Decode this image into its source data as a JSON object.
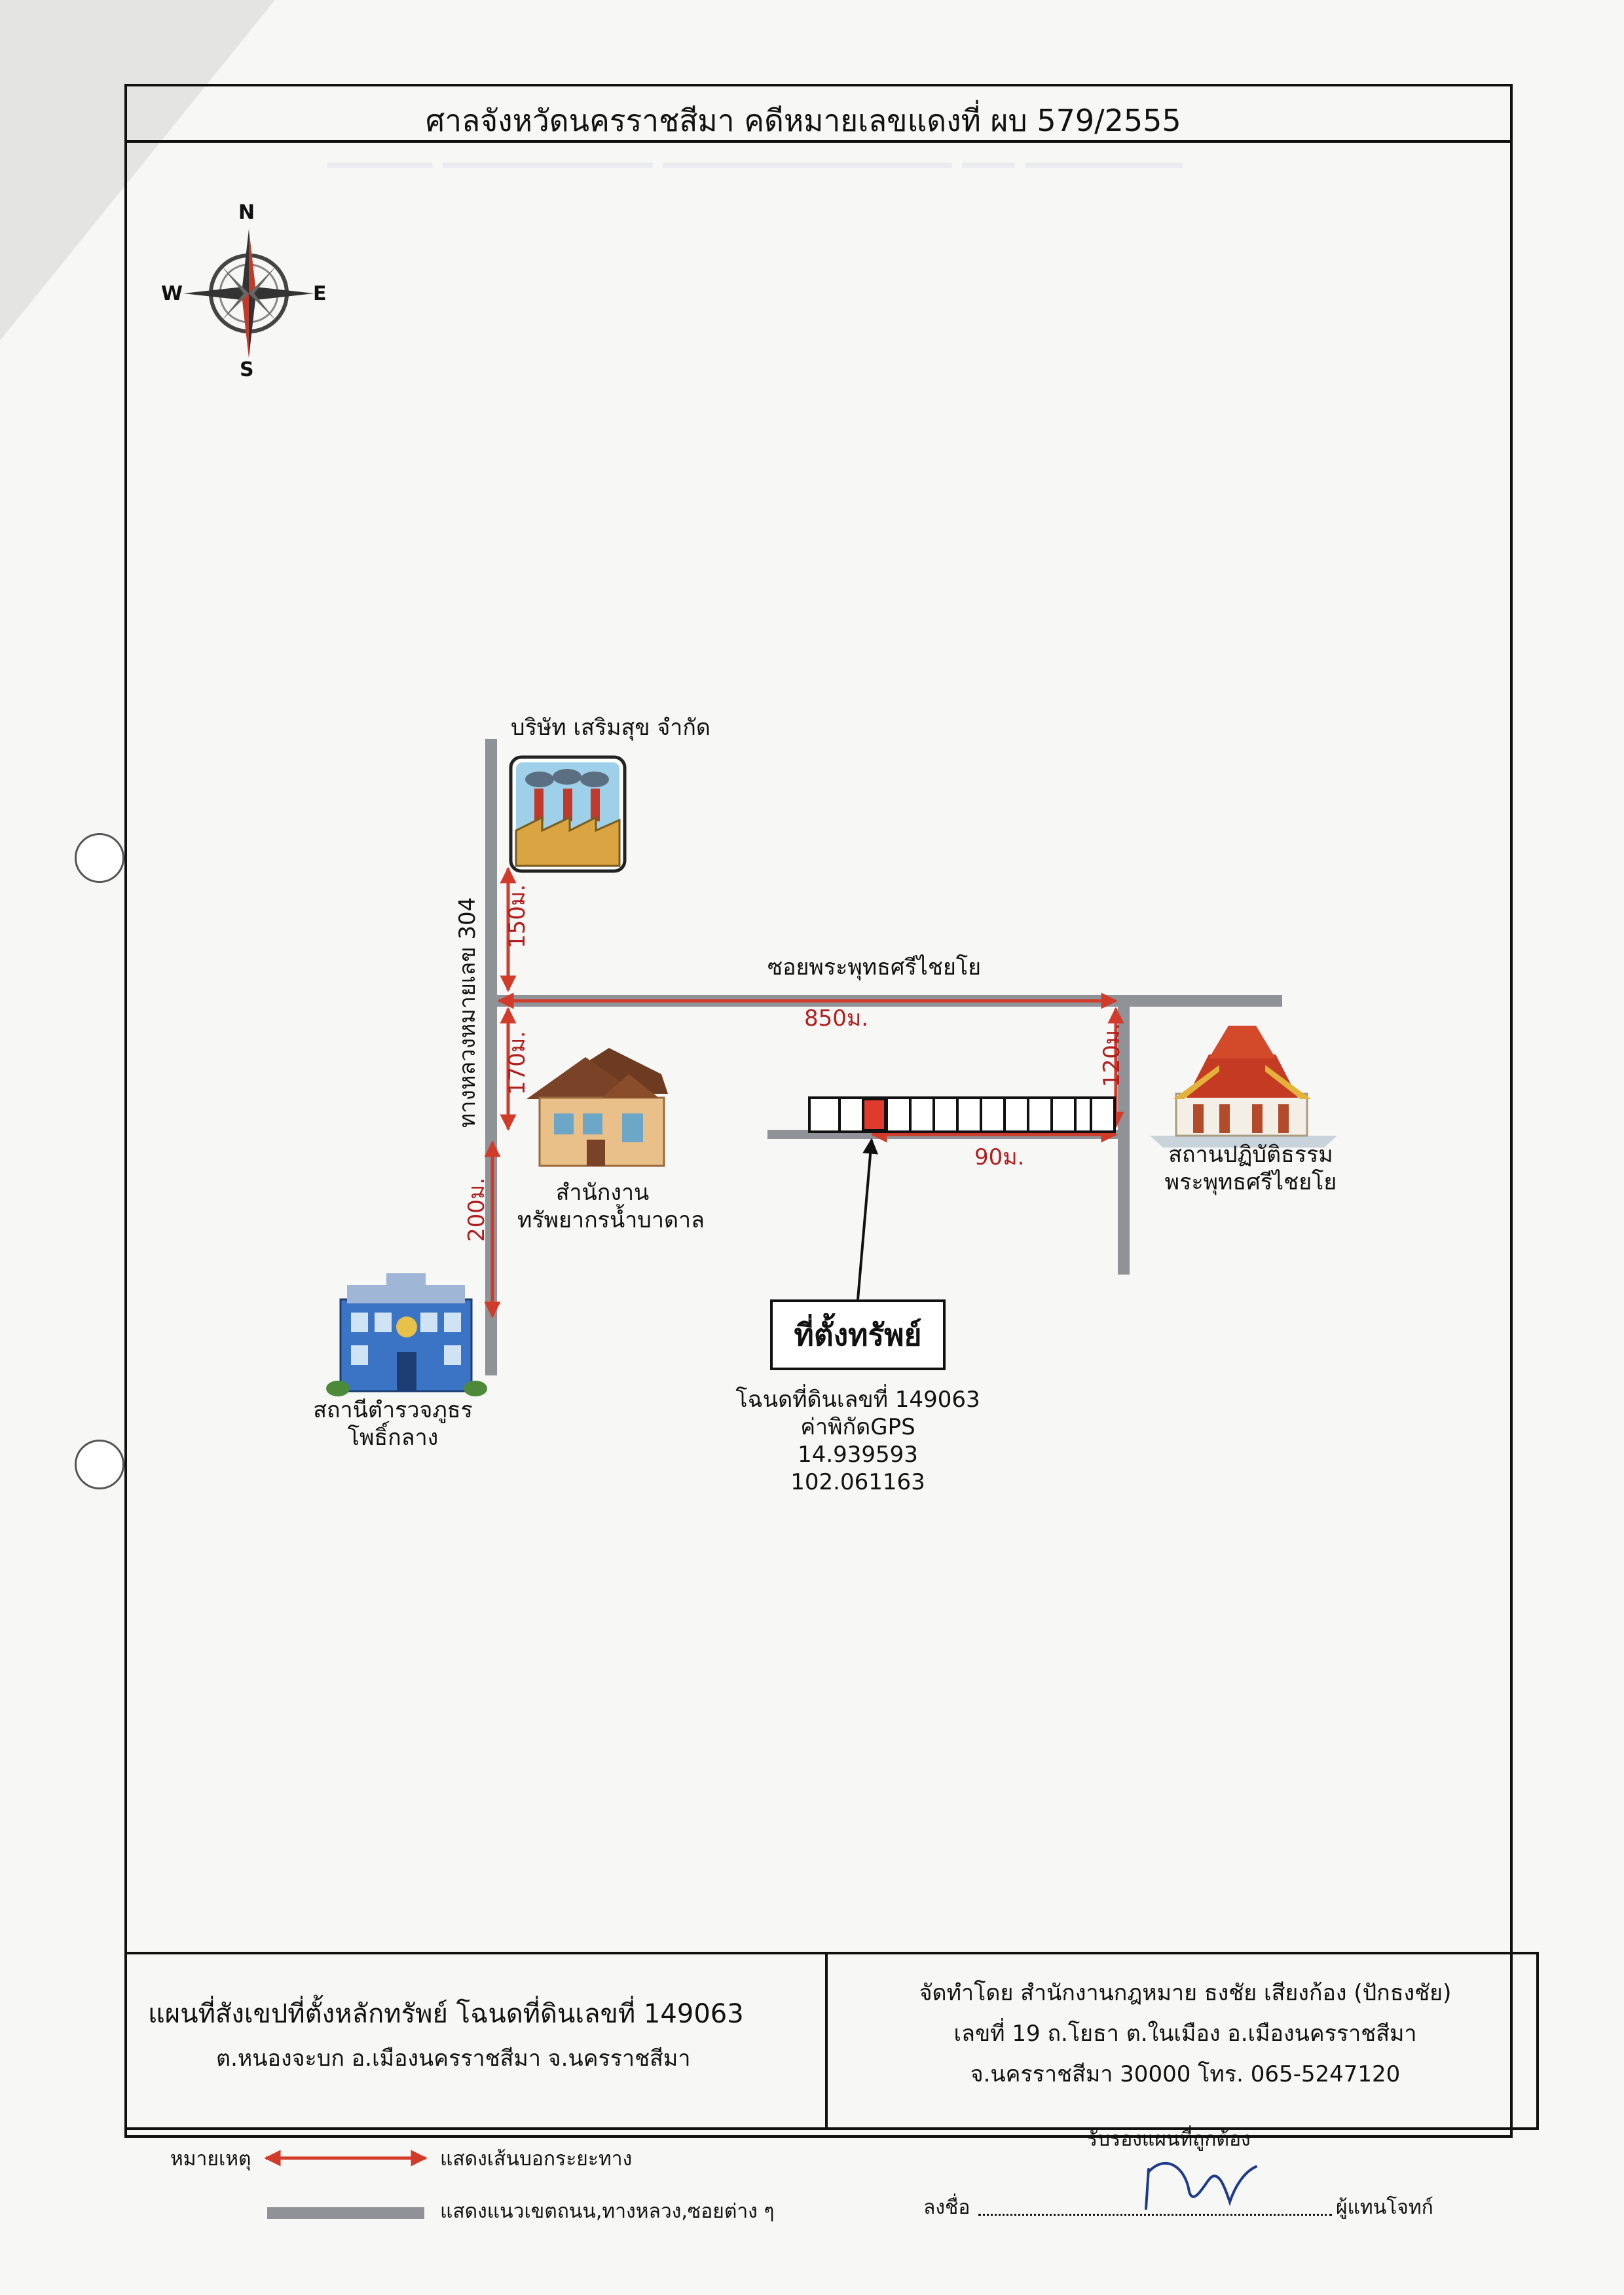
{
  "header": {
    "title": "ศาลจังหวัดนครราชสีมา คดีหมายเลขแดงที่ ผบ 579/2555"
  },
  "compass": {
    "north": "N",
    "south": "S",
    "east": "E",
    "west": "W"
  },
  "map": {
    "roads": {
      "highway": "ทางหลวงหมายเลข 304",
      "soi": "ซอยพระพุทธศรีไชยโย"
    },
    "distances": {
      "d150": "150ม.",
      "d170": "170ม.",
      "d200": "200ม.",
      "d850": "850ม.",
      "d120": "120ม.",
      "d90": "90ม."
    },
    "landmarks": {
      "company": "บริษัท เสริมสุข จำกัด",
      "water_office_line1": "สำนักงาน",
      "water_office_line2": "ทรัพยากรน้ำบาดาล",
      "police_line1": "สถานีตำรวจภูธร",
      "police_line2": "โพธิ์กลาง",
      "temple_line1": "สถานปฏิบัติธรรม",
      "temple_line2": "พระพุทธศรีไชยโย"
    },
    "site": {
      "label": "ที่ตั้งทรัพย์",
      "deed": "โฉนดที่ดินเลขที่ 149063",
      "gps_label": "ค่าพิกัดGPS",
      "lat": "14.939593",
      "lon": "102.061163"
    }
  },
  "footer": {
    "left_title": "แผนที่สังเขปที่ตั้งหลักทรัพย์ โฉนดที่ดินเลขที่ 149063",
    "left_sub": "ต.หนองจะบก  อ.เมืองนครราชสีมา  จ.นครราชสีมา",
    "right_line1": "จัดทำโดย สำนักงานกฎหมาย ธงชัย เสียงก้อง (ปักธงชัย)",
    "right_line2": "เลขที่ 19  ถ.โยธา  ต.ในเมือง  อ.เมืองนครราชสีมา",
    "right_line3": "จ.นครราชสีมา 30000  โทร. 065-5247120"
  },
  "legend": {
    "title": "หมายเหตุ",
    "distance_line": "แสดงเส้นบอกระยะทาง",
    "road_line": "แสดงแนวเขตถนน,ทางหลวง,ซอยต่าง ๆ"
  },
  "signature": {
    "certify": "รับรองแผนที่ถูกต้อง",
    "sign_prefix": "ลงชื่อ",
    "sign_suffix": "ผู้แทนโจทก์"
  },
  "colors": {
    "road": "#8f9296",
    "distance": "#d23a2a",
    "site_lot": "#e03a2e",
    "line": "#111111"
  }
}
